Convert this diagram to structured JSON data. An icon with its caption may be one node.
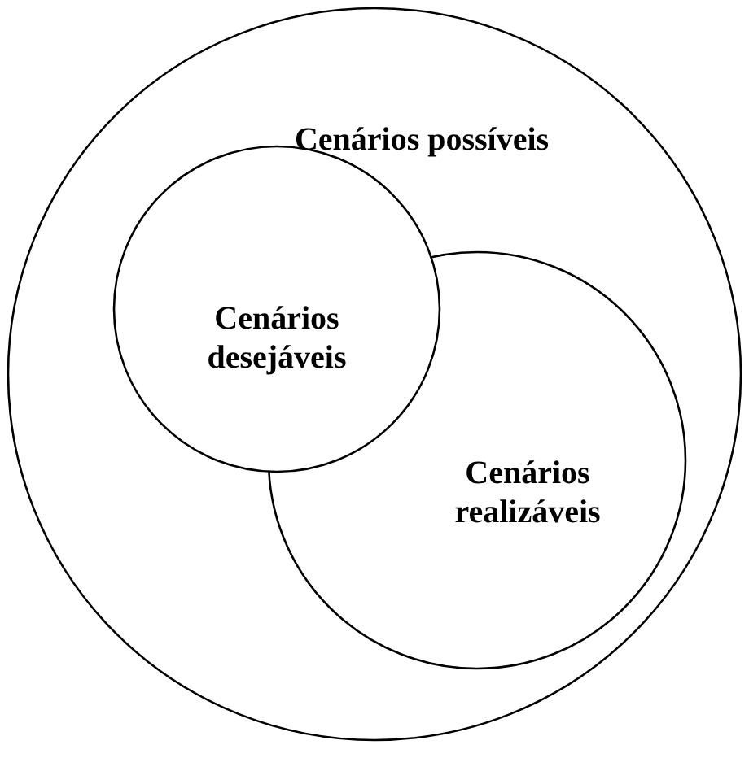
{
  "diagram": {
    "nodes": [
      {
        "text": [
          "Cenários possíveis"
        ]
      },
      {
        "text": [
          "Cenários desejáveis"
        ],
        "in": 0
      },
      {
        "text": [
          "Cenários realizáveis"
        ],
        "in": 0
      }
    ]
  }
}
